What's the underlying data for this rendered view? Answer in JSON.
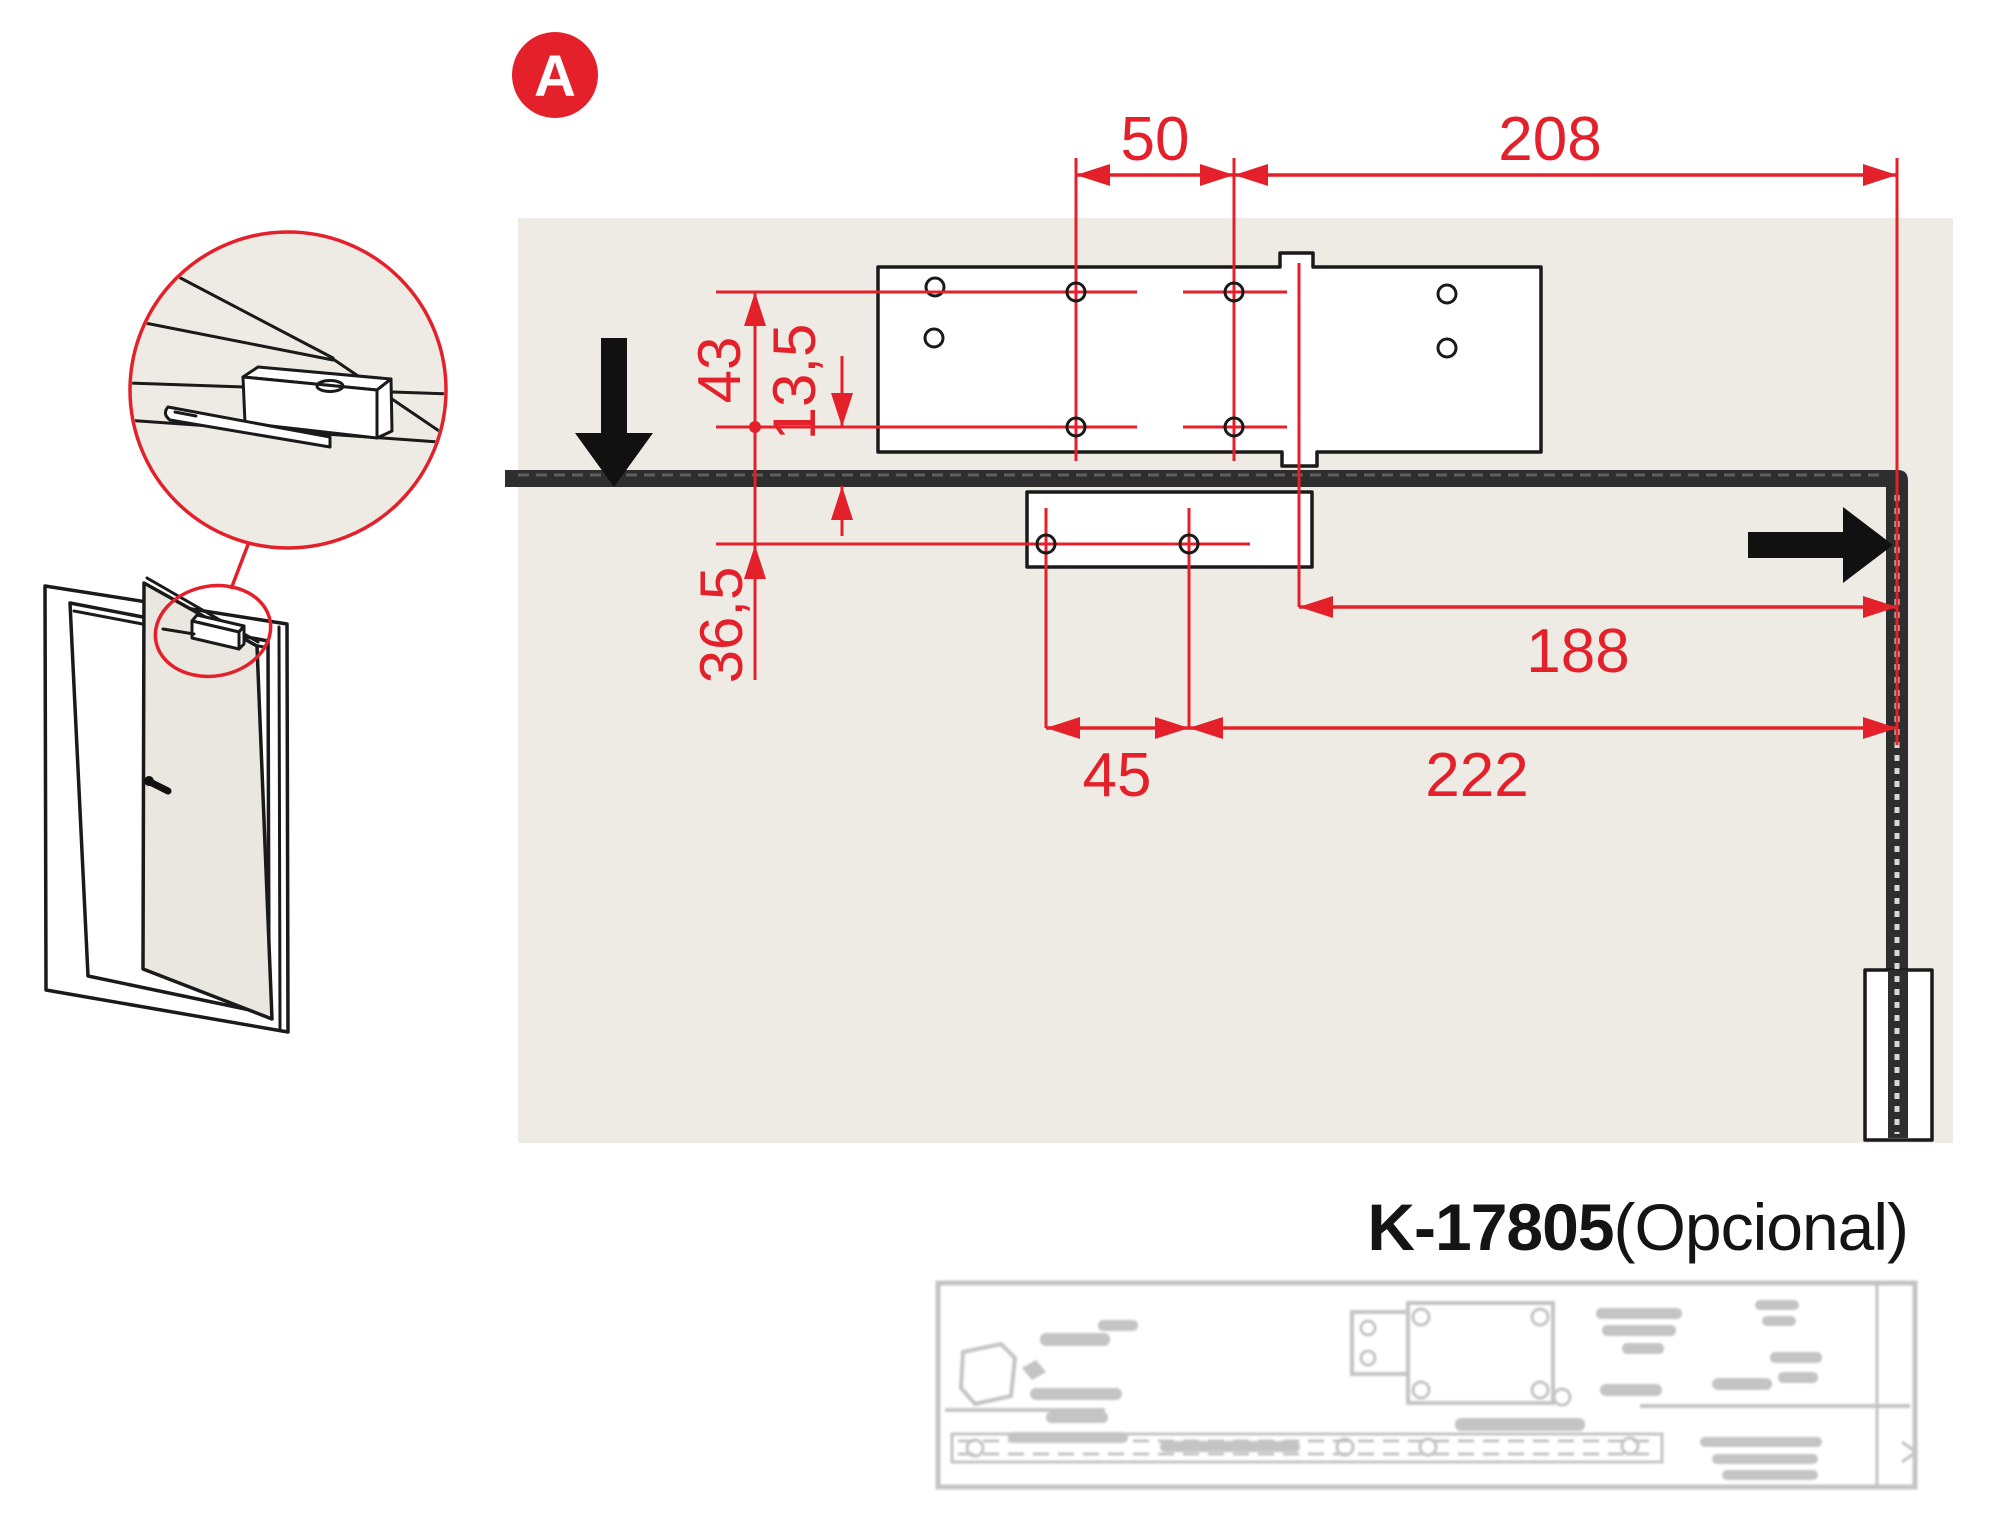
{
  "badge": {
    "label": "A"
  },
  "dimensions": {
    "top_left": "50",
    "top_right": "208",
    "plate_holes_vertical": "43",
    "holes_to_frame": "13,5",
    "frame_to_bracket": "36,5",
    "middle_right": "188",
    "bottom_left": "45",
    "bottom_right": "222"
  },
  "caption": {
    "model": "K-17805",
    "qualifier": "(Opcional)"
  },
  "icons": {
    "down_arrow": "black-down-arrow",
    "right_arrow": "black-right-arrow",
    "magnifier": "detail-magnifier-circle"
  },
  "colors": {
    "red": "#e4212b",
    "beige": "#edebe4",
    "ink": "#1a1a1a",
    "dark_bar": "#2e2e2e",
    "ghost": "#8a8a8a"
  }
}
